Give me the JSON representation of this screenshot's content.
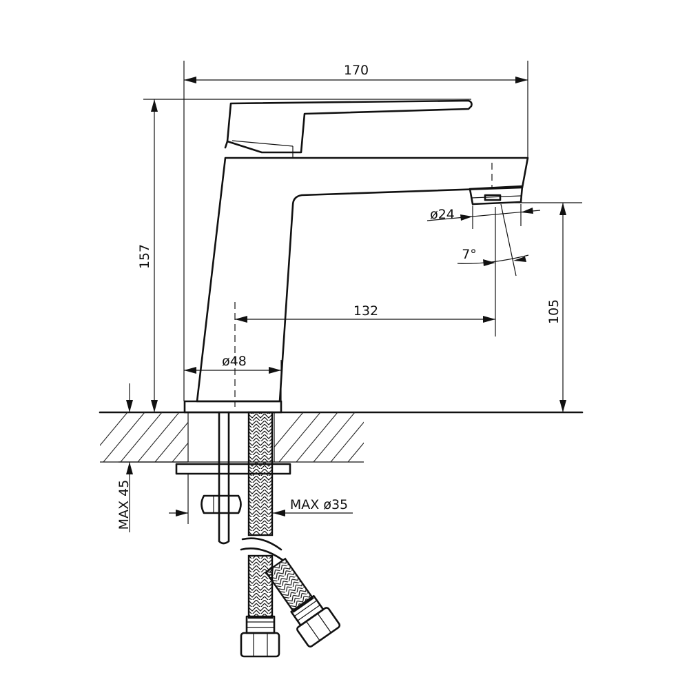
{
  "drawing": {
    "dimensions": {
      "overall_width": "170",
      "overall_height": "157",
      "spout_reach": "132",
      "spout_height": "105",
      "body_diameter": "ø48",
      "aerator_diameter": "ø24",
      "spout_angle": "7°",
      "max_counter_thickness": "MAX 45",
      "max_hole_diameter": "MAX ø35"
    }
  }
}
